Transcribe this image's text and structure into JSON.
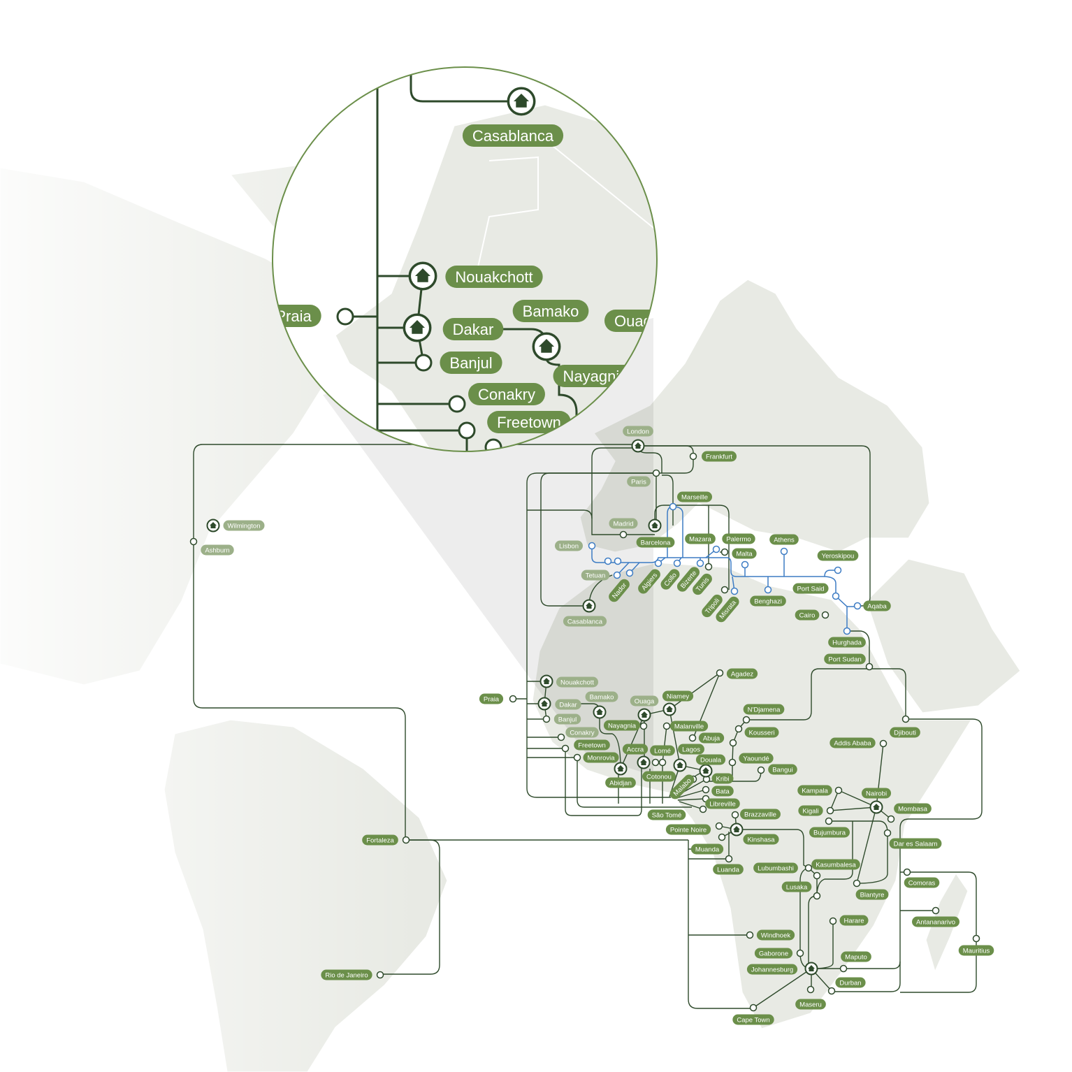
{
  "map": {
    "title": "Network map",
    "cities": [
      "London",
      "Frankfurt",
      "Paris",
      "Marseille",
      "Madrid",
      "Barcelona",
      "Lisbon",
      "Mazara",
      "Palermo",
      "Athens",
      "Malta",
      "Yeroskipou",
      "Tetuan",
      "Nador",
      "Algiers",
      "Collo",
      "Bizerte",
      "Tunis",
      "Tripoli",
      "Misrata",
      "Port Said",
      "Benghazi",
      "Aqaba",
      "Cairo",
      "Casablanca",
      "Hurghada",
      "Port Sudan",
      "Agadez",
      "Nouakchott",
      "Niamey",
      "Praia",
      "Bamako",
      "Ouaga",
      "Dakar",
      "N'Djamena",
      "Banjul",
      "Nayagnia",
      "Malanville",
      "Conakry",
      "Kousseri",
      "Abuja",
      "Djibouti",
      "Addis Ababa",
      "Freetown",
      "Accra",
      "Lomé",
      "Lagos",
      "Monrovia",
      "Yaoundé",
      "Douala",
      "Bangui",
      "Cotonou",
      "Kribi",
      "Abidjan",
      "Malabo",
      "Bata",
      "Kampala",
      "Nairobi",
      "Libreville",
      "Mombasa",
      "Kigali",
      "São Tomé",
      "Brazzaville",
      "Bujumbura",
      "Pointe Noire",
      "Kinshasa",
      "Fortaleza",
      "Dar es Salaam",
      "Muanda",
      "Kasumbalesa",
      "Lubumbashi",
      "Luanda",
      "Comoras",
      "Lusaka",
      "Blantyre",
      "Harare",
      "Antananarivo",
      "Windhoek",
      "Mauritius",
      "Gaborone",
      "Maputo",
      "Johannesburg",
      "Rio de Janeiro",
      "Durban",
      "Maseru",
      "Cape Town",
      "Wilmington",
      "Ashburn"
    ]
  },
  "inset": {
    "cities": [
      "Casablanca",
      "Nouakchott",
      "Praia",
      "Bamako",
      "Dakar",
      "Ouaga",
      "Banjul",
      "Nayagnia",
      "Conakry",
      "Freetown"
    ]
  },
  "colors": {
    "label": "#6b8f4a",
    "line": "#2e4a2b",
    "subsea": "#3d7cc4",
    "land": "#e8eae4"
  }
}
